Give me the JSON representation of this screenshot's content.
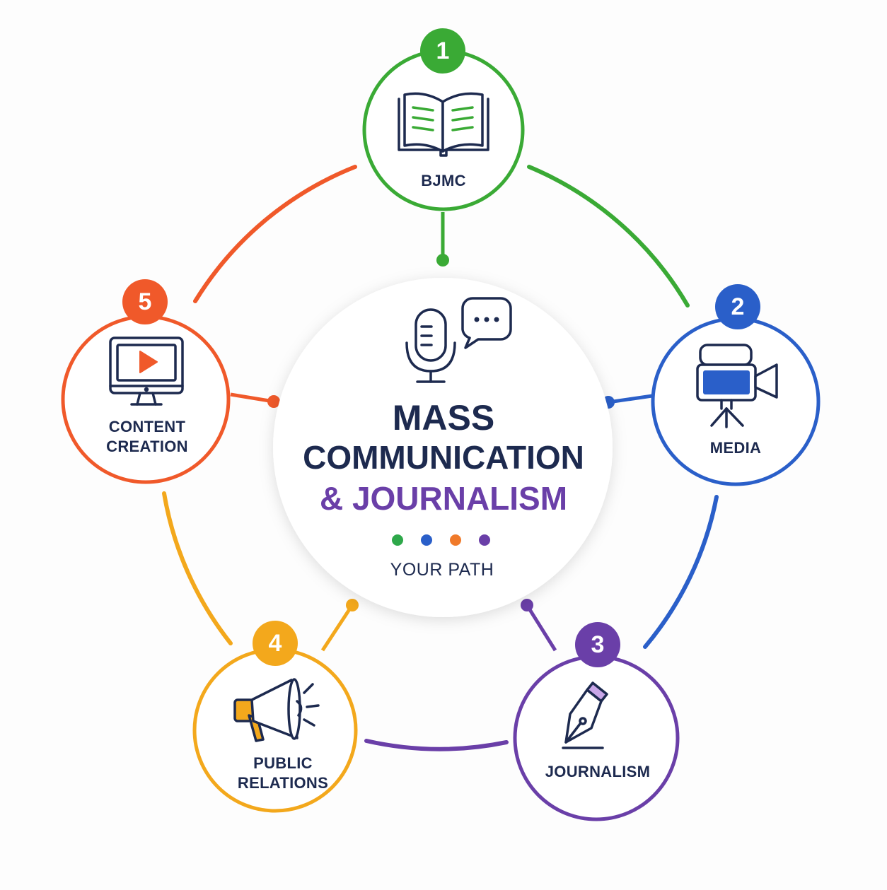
{
  "center": {
    "title_line1": "MASS",
    "title_line2": "COMMUNICATION",
    "title_line3": "& JOURNALISM",
    "subtitle": "YOUR PATH",
    "title_color": "#1d2a4f",
    "accent_color": "#6a3fa8",
    "icons": [
      "microphone-icon",
      "speech-bubble-icon"
    ],
    "dot_colors": [
      "#2ea84a",
      "#2a5fc9",
      "#f07a2a",
      "#6a3fa8"
    ]
  },
  "nodes": [
    {
      "number": "1",
      "label": "BJMC",
      "color": "#3aaa35",
      "icon": "open-book-icon"
    },
    {
      "number": "2",
      "label": "MEDIA",
      "color": "#2a5fc9",
      "icon": "video-camera-icon"
    },
    {
      "number": "3",
      "label": "JOURNALISM",
      "color": "#6a3fa8",
      "icon": "fountain-pen-icon"
    },
    {
      "number": "4",
      "label": "PUBLIC\nRELATIONS",
      "color": "#f3a81c",
      "icon": "megaphone-icon"
    },
    {
      "number": "5",
      "label": "CONTENT\nCREATION",
      "color": "#f0592a",
      "icon": "monitor-play-icon"
    }
  ]
}
